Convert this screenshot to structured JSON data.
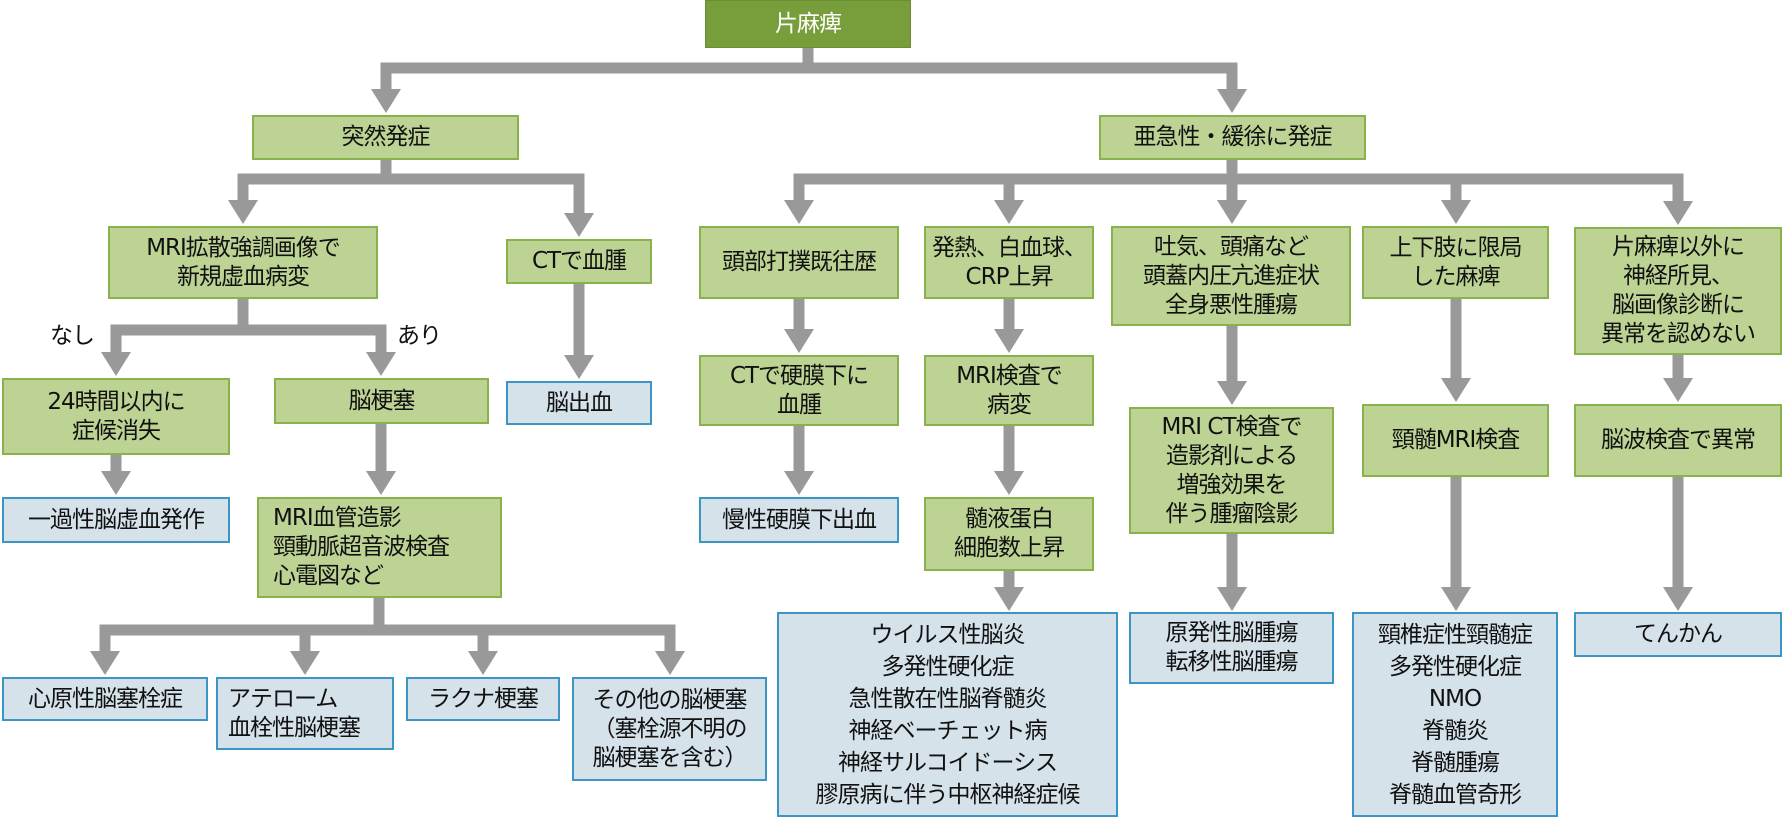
{
  "diagram": {
    "title": "片麻痺",
    "colors": {
      "root_fill": "#789d3b",
      "step_fill": "#bdd394",
      "step_border": "#88b24c",
      "result_fill": "#d5e2ea",
      "result_border": "#3c95c3",
      "connector": "#999999"
    },
    "edge_labels": {
      "no": "なし",
      "yes": "あり"
    },
    "nodes": {
      "root": "片麻痺",
      "sudden": "突然発症",
      "subacute": "亜急性・緩徐に発症",
      "mri_dwi": "MRI拡散強調画像で\n新規虚血病変",
      "ct_hematoma": "CTで血腫",
      "within24h": "24時間以内に\n症候消失",
      "infarct": "脳梗塞",
      "tia": "一過性脳虚血発作",
      "vascular_tests": "MRI血管造影\n頸動脈超音波検査\n心電図など",
      "cardioembolic": "心原性脳塞栓症",
      "atherothrombotic": "アテローム\n血栓性脳梗塞",
      "lacunar": "ラクナ梗塞",
      "other_infarct": "その他の脳梗塞\n（塞栓源不明の\n脳梗塞を含む）",
      "hemorrhage": "脳出血",
      "head_trauma": "頭部打撲既往歴",
      "ct_subdural": "CTで硬膜下に\n血腫",
      "chronic_subdural": "慢性硬膜下出血",
      "fever": "発熱、白血球、\nCRP上昇",
      "mri_lesion": "MRI検査で\n病変",
      "csf": "髄液蛋白\n細胞数上昇",
      "inflammatory_list": "ウイルス性脳炎\n多発性硬化症\n急性散在性脳脊髄炎\n神経ベーチェット病\n神経サルコイドーシス\n膠原病に伴う中枢神経症候",
      "icp": "吐気、頭痛など\n頭蓋内圧亢進症状\n全身悪性腫瘍",
      "mri_ct_contrast": "MRI CT検査で\n造影剤による\n増強効果を\n伴う腫瘤陰影",
      "tumors": "原発性脳腫瘍\n転移性脳腫瘍",
      "limb": "上下肢に限局\nした麻痺",
      "cervical_mri": "頸髄MRI検査",
      "spinal_list": "頸椎症性頸髄症\n多発性硬化症\nNMO\n脊髄炎\n脊髄腫瘍\n脊髄血管奇形",
      "other_signs": "片麻痺以外に\n神経所見、\n脳画像診断に\n異常を認めない",
      "eeg": "脳波検査で異常",
      "epilepsy": "てんかん"
    }
  }
}
